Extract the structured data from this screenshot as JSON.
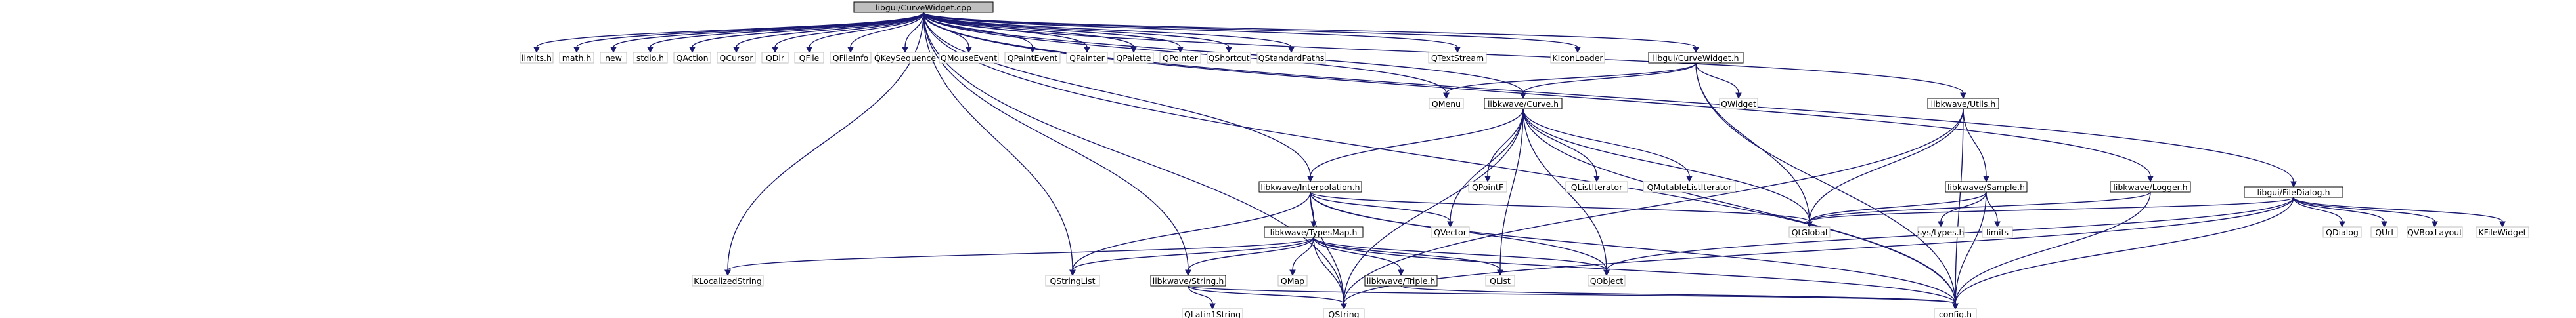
{
  "diagram": {
    "type": "include-dependency-graph",
    "root": "libgui/CurveWidget.cpp",
    "colors": {
      "edge": "#191970",
      "root_fill": "#bfbfbf",
      "box_border": "#000000",
      "system_border": "#bfbfbf",
      "background": "#ffffff"
    },
    "nodes": [
      {
        "id": "root",
        "label": "libgui/CurveWidget.cpp",
        "kind": "root"
      },
      {
        "id": "limits_h",
        "label": "limits.h",
        "kind": "system"
      },
      {
        "id": "math_h",
        "label": "math.h",
        "kind": "system"
      },
      {
        "id": "new",
        "label": "new",
        "kind": "system"
      },
      {
        "id": "stdio_h",
        "label": "stdio.h",
        "kind": "system"
      },
      {
        "id": "QAction",
        "label": "QAction",
        "kind": "system"
      },
      {
        "id": "QCursor",
        "label": "QCursor",
        "kind": "system"
      },
      {
        "id": "QDir",
        "label": "QDir",
        "kind": "system"
      },
      {
        "id": "QFile",
        "label": "QFile",
        "kind": "system"
      },
      {
        "id": "QFileInfo",
        "label": "QFileInfo",
        "kind": "system"
      },
      {
        "id": "QKeySequence",
        "label": "QKeySequence",
        "kind": "system"
      },
      {
        "id": "QMouseEvent",
        "label": "QMouseEvent",
        "kind": "system"
      },
      {
        "id": "QPaintEvent",
        "label": "QPaintEvent",
        "kind": "system"
      },
      {
        "id": "QPainter",
        "label": "QPainter",
        "kind": "system"
      },
      {
        "id": "QPalette",
        "label": "QPalette",
        "kind": "system"
      },
      {
        "id": "QPointer",
        "label": "QPointer",
        "kind": "system"
      },
      {
        "id": "QShortcut",
        "label": "QShortcut",
        "kind": "system"
      },
      {
        "id": "QStandardPaths",
        "label": "QStandardPaths",
        "kind": "system"
      },
      {
        "id": "QTextStream",
        "label": "QTextStream",
        "kind": "system"
      },
      {
        "id": "KIconLoader",
        "label": "KIconLoader",
        "kind": "system"
      },
      {
        "id": "CurveWidget_h",
        "label": "libgui/CurveWidget.h",
        "kind": "documented"
      },
      {
        "id": "QMenu",
        "label": "QMenu",
        "kind": "system"
      },
      {
        "id": "Curve_h",
        "label": "libkwave/Curve.h",
        "kind": "documented"
      },
      {
        "id": "QWidget",
        "label": "QWidget",
        "kind": "system"
      },
      {
        "id": "Utils_h",
        "label": "libkwave/Utils.h",
        "kind": "documented"
      },
      {
        "id": "Interpolation_h",
        "label": "libkwave/Interpolation.h",
        "kind": "documented"
      },
      {
        "id": "QPointF",
        "label": "QPointF",
        "kind": "system"
      },
      {
        "id": "QListIterator",
        "label": "QListIterator",
        "kind": "system"
      },
      {
        "id": "QMutableListIterator",
        "label": "QMutableListIterator",
        "kind": "system"
      },
      {
        "id": "Sample_h",
        "label": "libkwave/Sample.h",
        "kind": "documented"
      },
      {
        "id": "Logger_h",
        "label": "libkwave/Logger.h",
        "kind": "documented"
      },
      {
        "id": "FileDialog_h",
        "label": "libgui/FileDialog.h",
        "kind": "documented"
      },
      {
        "id": "TypesMap_h",
        "label": "libkwave/TypesMap.h",
        "kind": "documented"
      },
      {
        "id": "QVector",
        "label": "QVector",
        "kind": "system"
      },
      {
        "id": "QtGlobal",
        "label": "QtGlobal",
        "kind": "system"
      },
      {
        "id": "sys_types_h",
        "label": "sys/types.h",
        "kind": "system"
      },
      {
        "id": "limits",
        "label": "limits",
        "kind": "system"
      },
      {
        "id": "QDialog",
        "label": "QDialog",
        "kind": "system"
      },
      {
        "id": "QUrl",
        "label": "QUrl",
        "kind": "system"
      },
      {
        "id": "QVBoxLayout",
        "label": "QVBoxLayout",
        "kind": "system"
      },
      {
        "id": "KFileWidget",
        "label": "KFileWidget",
        "kind": "system"
      },
      {
        "id": "KLocalizedString",
        "label": "KLocalizedString",
        "kind": "system"
      },
      {
        "id": "QStringList",
        "label": "QStringList",
        "kind": "system"
      },
      {
        "id": "String_h",
        "label": "libkwave/String.h",
        "kind": "documented"
      },
      {
        "id": "QMap",
        "label": "QMap",
        "kind": "system"
      },
      {
        "id": "Triple_h",
        "label": "libkwave/Triple.h",
        "kind": "documented"
      },
      {
        "id": "QList",
        "label": "QList",
        "kind": "system"
      },
      {
        "id": "QObject",
        "label": "QObject",
        "kind": "system"
      },
      {
        "id": "QLatin1String",
        "label": "QLatin1String",
        "kind": "system"
      },
      {
        "id": "QString",
        "label": "QString",
        "kind": "system"
      },
      {
        "id": "config_h",
        "label": "config.h",
        "kind": "system"
      }
    ],
    "edges": [
      [
        "root",
        "limits_h"
      ],
      [
        "root",
        "math_h"
      ],
      [
        "root",
        "new"
      ],
      [
        "root",
        "stdio_h"
      ],
      [
        "root",
        "QAction"
      ],
      [
        "root",
        "QCursor"
      ],
      [
        "root",
        "QDir"
      ],
      [
        "root",
        "QFile"
      ],
      [
        "root",
        "QFileInfo"
      ],
      [
        "root",
        "QKeySequence"
      ],
      [
        "root",
        "QMouseEvent"
      ],
      [
        "root",
        "QPaintEvent"
      ],
      [
        "root",
        "QPainter"
      ],
      [
        "root",
        "QPalette"
      ],
      [
        "root",
        "QPointer"
      ],
      [
        "root",
        "QShortcut"
      ],
      [
        "root",
        "QStandardPaths"
      ],
      [
        "root",
        "QTextStream"
      ],
      [
        "root",
        "KIconLoader"
      ],
      [
        "root",
        "CurveWidget_h"
      ],
      [
        "root",
        "QMenu"
      ],
      [
        "root",
        "Curve_h"
      ],
      [
        "root",
        "Utils_h"
      ],
      [
        "root",
        "Interpolation_h"
      ],
      [
        "root",
        "Logger_h"
      ],
      [
        "root",
        "FileDialog_h"
      ],
      [
        "root",
        "KLocalizedString"
      ],
      [
        "root",
        "QStringList"
      ],
      [
        "root",
        "String_h"
      ],
      [
        "root",
        "QString"
      ],
      [
        "root",
        "config_h"
      ],
      [
        "CurveWidget_h",
        "QMenu"
      ],
      [
        "CurveWidget_h",
        "Curve_h"
      ],
      [
        "CurveWidget_h",
        "QWidget"
      ],
      [
        "CurveWidget_h",
        "QtGlobal"
      ],
      [
        "CurveWidget_h",
        "config_h"
      ],
      [
        "Curve_h",
        "Interpolation_h"
      ],
      [
        "Curve_h",
        "QPointF"
      ],
      [
        "Curve_h",
        "QListIterator"
      ],
      [
        "Curve_h",
        "QMutableListIterator"
      ],
      [
        "Curve_h",
        "QVector"
      ],
      [
        "Curve_h",
        "QtGlobal"
      ],
      [
        "Curve_h",
        "QList"
      ],
      [
        "Curve_h",
        "QObject"
      ],
      [
        "Curve_h",
        "QString"
      ],
      [
        "Curve_h",
        "config_h"
      ],
      [
        "Utils_h",
        "QtGlobal"
      ],
      [
        "Utils_h",
        "Sample_h"
      ],
      [
        "Utils_h",
        "QString"
      ],
      [
        "Utils_h",
        "config_h"
      ],
      [
        "Sample_h",
        "QtGlobal"
      ],
      [
        "Sample_h",
        "sys_types_h"
      ],
      [
        "Sample_h",
        "limits"
      ],
      [
        "Sample_h",
        "config_h"
      ],
      [
        "Logger_h",
        "QtGlobal"
      ],
      [
        "Logger_h",
        "config_h"
      ],
      [
        "FileDialog_h",
        "QtGlobal"
      ],
      [
        "FileDialog_h",
        "QDialog"
      ],
      [
        "FileDialog_h",
        "QUrl"
      ],
      [
        "FileDialog_h",
        "QVBoxLayout"
      ],
      [
        "FileDialog_h",
        "KFileWidget"
      ],
      [
        "FileDialog_h",
        "QObject"
      ],
      [
        "FileDialog_h",
        "QString"
      ],
      [
        "FileDialog_h",
        "config_h"
      ],
      [
        "Interpolation_h",
        "TypesMap_h"
      ],
      [
        "Interpolation_h",
        "QVector"
      ],
      [
        "Interpolation_h",
        "QtGlobal"
      ],
      [
        "Interpolation_h",
        "QStringList"
      ],
      [
        "Interpolation_h",
        "QObject"
      ],
      [
        "Interpolation_h",
        "QString"
      ],
      [
        "Interpolation_h",
        "config_h"
      ],
      [
        "TypesMap_h",
        "KLocalizedString"
      ],
      [
        "TypesMap_h",
        "QStringList"
      ],
      [
        "TypesMap_h",
        "String_h"
      ],
      [
        "TypesMap_h",
        "QMap"
      ],
      [
        "TypesMap_h",
        "Triple_h"
      ],
      [
        "TypesMap_h",
        "QList"
      ],
      [
        "TypesMap_h",
        "QObject"
      ],
      [
        "TypesMap_h",
        "QString"
      ],
      [
        "TypesMap_h",
        "config_h"
      ],
      [
        "String_h",
        "QLatin1String"
      ],
      [
        "String_h",
        "QString"
      ],
      [
        "String_h",
        "config_h"
      ],
      [
        "Triple_h",
        "config_h"
      ]
    ]
  }
}
